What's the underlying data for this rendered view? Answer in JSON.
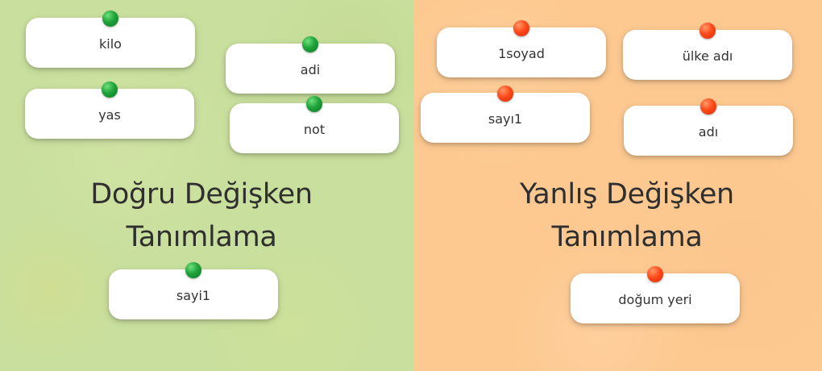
{
  "left_zone": {
    "title_line1": "Doğru Değişken",
    "title_line2": "Tanımlama",
    "pin_color": "#1fa33a",
    "background": "#c9df9d",
    "cards": [
      "kilo",
      "adi",
      "yas",
      "not",
      "sayi1"
    ]
  },
  "right_zone": {
    "title_line1": "Yanlış Değişken",
    "title_line2": "Tanımlama",
    "pin_color": "#ff4a1a",
    "background": "#fdc991",
    "cards": [
      "1soyad",
      "ülke adı",
      "sayı1",
      "adı",
      "doğum yeri"
    ]
  }
}
